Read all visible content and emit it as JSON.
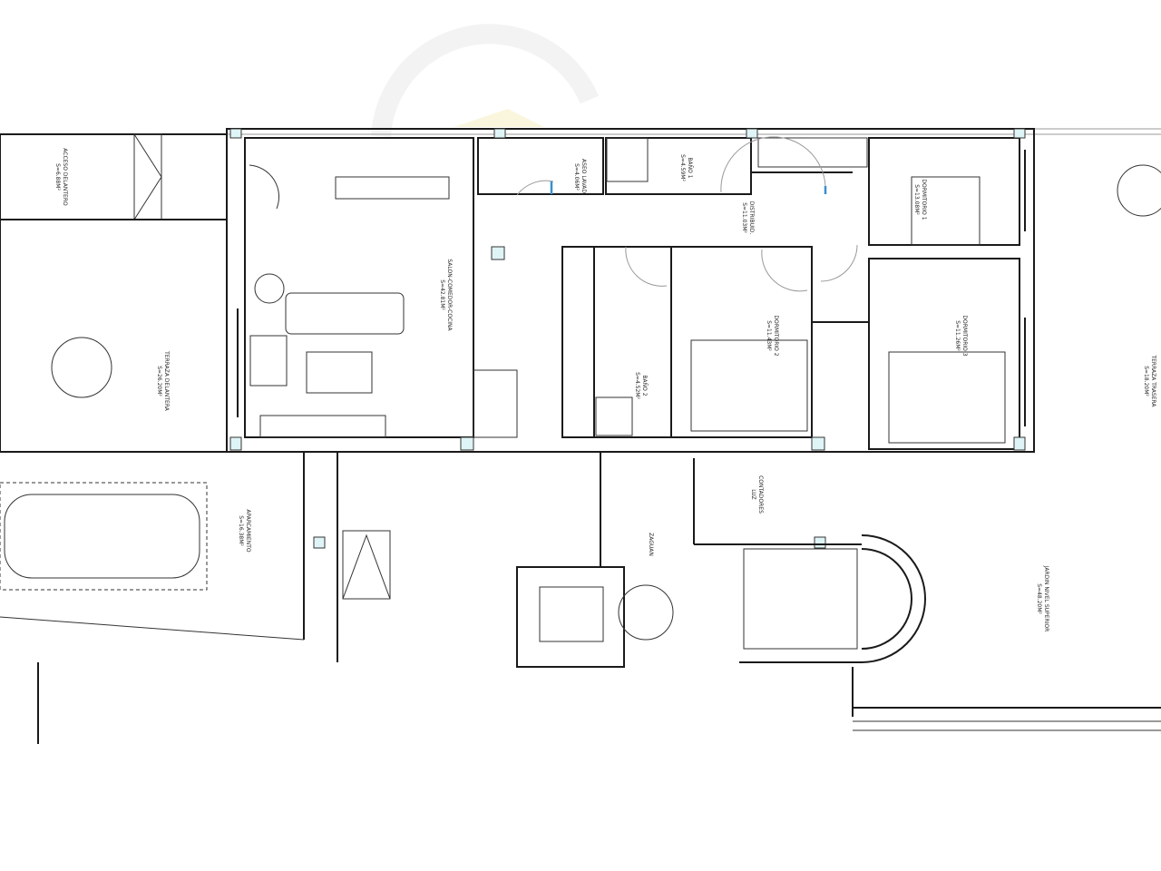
{
  "rooms": [
    {
      "name": "ACCESO DELANTERO",
      "area": "S=6.88M²"
    },
    {
      "name": "TERRAZA DELANTERA",
      "area": "S=26.20M²"
    },
    {
      "name": "SALON-COMEDOR-COCINA",
      "area": "S=42.81M²"
    },
    {
      "name": "ASEO LAVAD.",
      "area": "S=4.06M²"
    },
    {
      "name": "BAÑO 1",
      "area": "S=4.59M²"
    },
    {
      "name": "DISTRIBUID.",
      "area": "S=11.03M²"
    },
    {
      "name": "DORMITORIO 1",
      "area": "S=13.08M²"
    },
    {
      "name": "DORMITORIO 2",
      "area": "S=11.43M²"
    },
    {
      "name": "DORMITORIO 3",
      "area": "S=11.26M²"
    },
    {
      "name": "BAÑO 2",
      "area": "S=4.52M²"
    },
    {
      "name": "CONTADORES",
      "area": "LUZ"
    },
    {
      "name": "ZAGUAN",
      "area": ""
    },
    {
      "name": "APARCAMIENTO",
      "area": "S=16.38M²"
    },
    {
      "name": "TERRAZA TRASERA",
      "area": "S=18.20M²"
    },
    {
      "name": "JARDIN NIVEL SUPERIOR",
      "area": "S=48.20M²"
    }
  ],
  "colors": {
    "walls": "#1a1a1a",
    "windows": "#3a8fd0",
    "columns": "#dff4f6",
    "watermark": "#f2e6a0"
  }
}
